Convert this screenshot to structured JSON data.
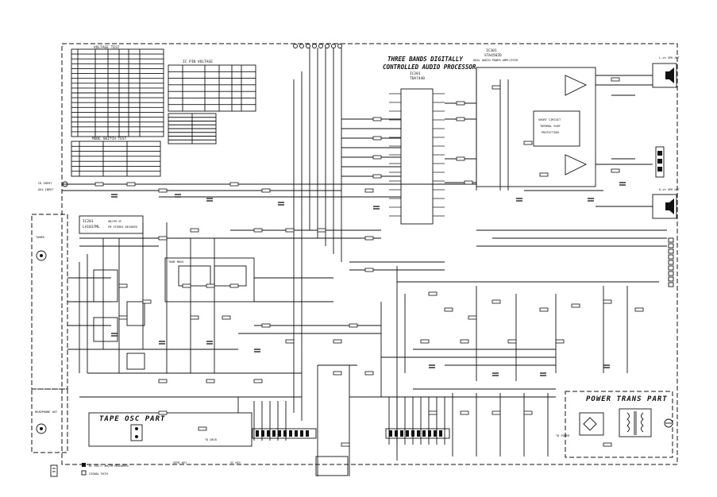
{
  "processor": {
    "title_line1": "THREE BANDS DIGITALLY",
    "title_line2": "CONTROLLED AUDIO PROCESSOR",
    "ref": "IC201",
    "part": "TDA7440"
  },
  "amplifier": {
    "ref": "IC301",
    "part": "STA4502D",
    "desc": "DUAL AUDIO POWER AMPLIFIER"
  },
  "protect": {
    "line1": "SHORT CIRCUIT",
    "line2": "THERMAL SHUT",
    "line3": "PROTECTION"
  },
  "tuner": {
    "ref": "IC201",
    "part": "LA1837ML",
    "desc_line1": "AM/FM IF",
    "desc_line2": "FM STEREO DECODER"
  },
  "sections": {
    "power_trans": "POWER TRANS PART",
    "tape_osc": "TAPE OSC PART",
    "tone_moss": "TONE MOSS"
  },
  "outputs": {
    "left": "L-ch SPK OUT",
    "right": "R-ch SPK OUT",
    "headphones": "HEADPHONE OUT"
  },
  "connectors": {
    "cd_input": "CD INPUT",
    "aux_input": "AUX INPUT",
    "tuner_input": "TUNER",
    "to_deck": "TO DECK",
    "to_power": "TO POWER"
  },
  "tables": {
    "voltage_title": "VOLTAGE TEST",
    "ic_title": "IC PIN VOLTAGE",
    "mode_title": "MODE SWITCH TEST"
  },
  "footer": {
    "note1": "DC VOLT: AM/FM MEASURED",
    "note2": "SIGNAL PATH",
    "parts_header1": "SEMI KEY",
    "parts_header2": "IC KEY"
  },
  "icons": {
    "speaker": "speaker-icon",
    "ground": "ground-icon",
    "transformer": "transformer-icon"
  },
  "colors": {
    "ink": "#111111",
    "paper": "#ffffff"
  }
}
